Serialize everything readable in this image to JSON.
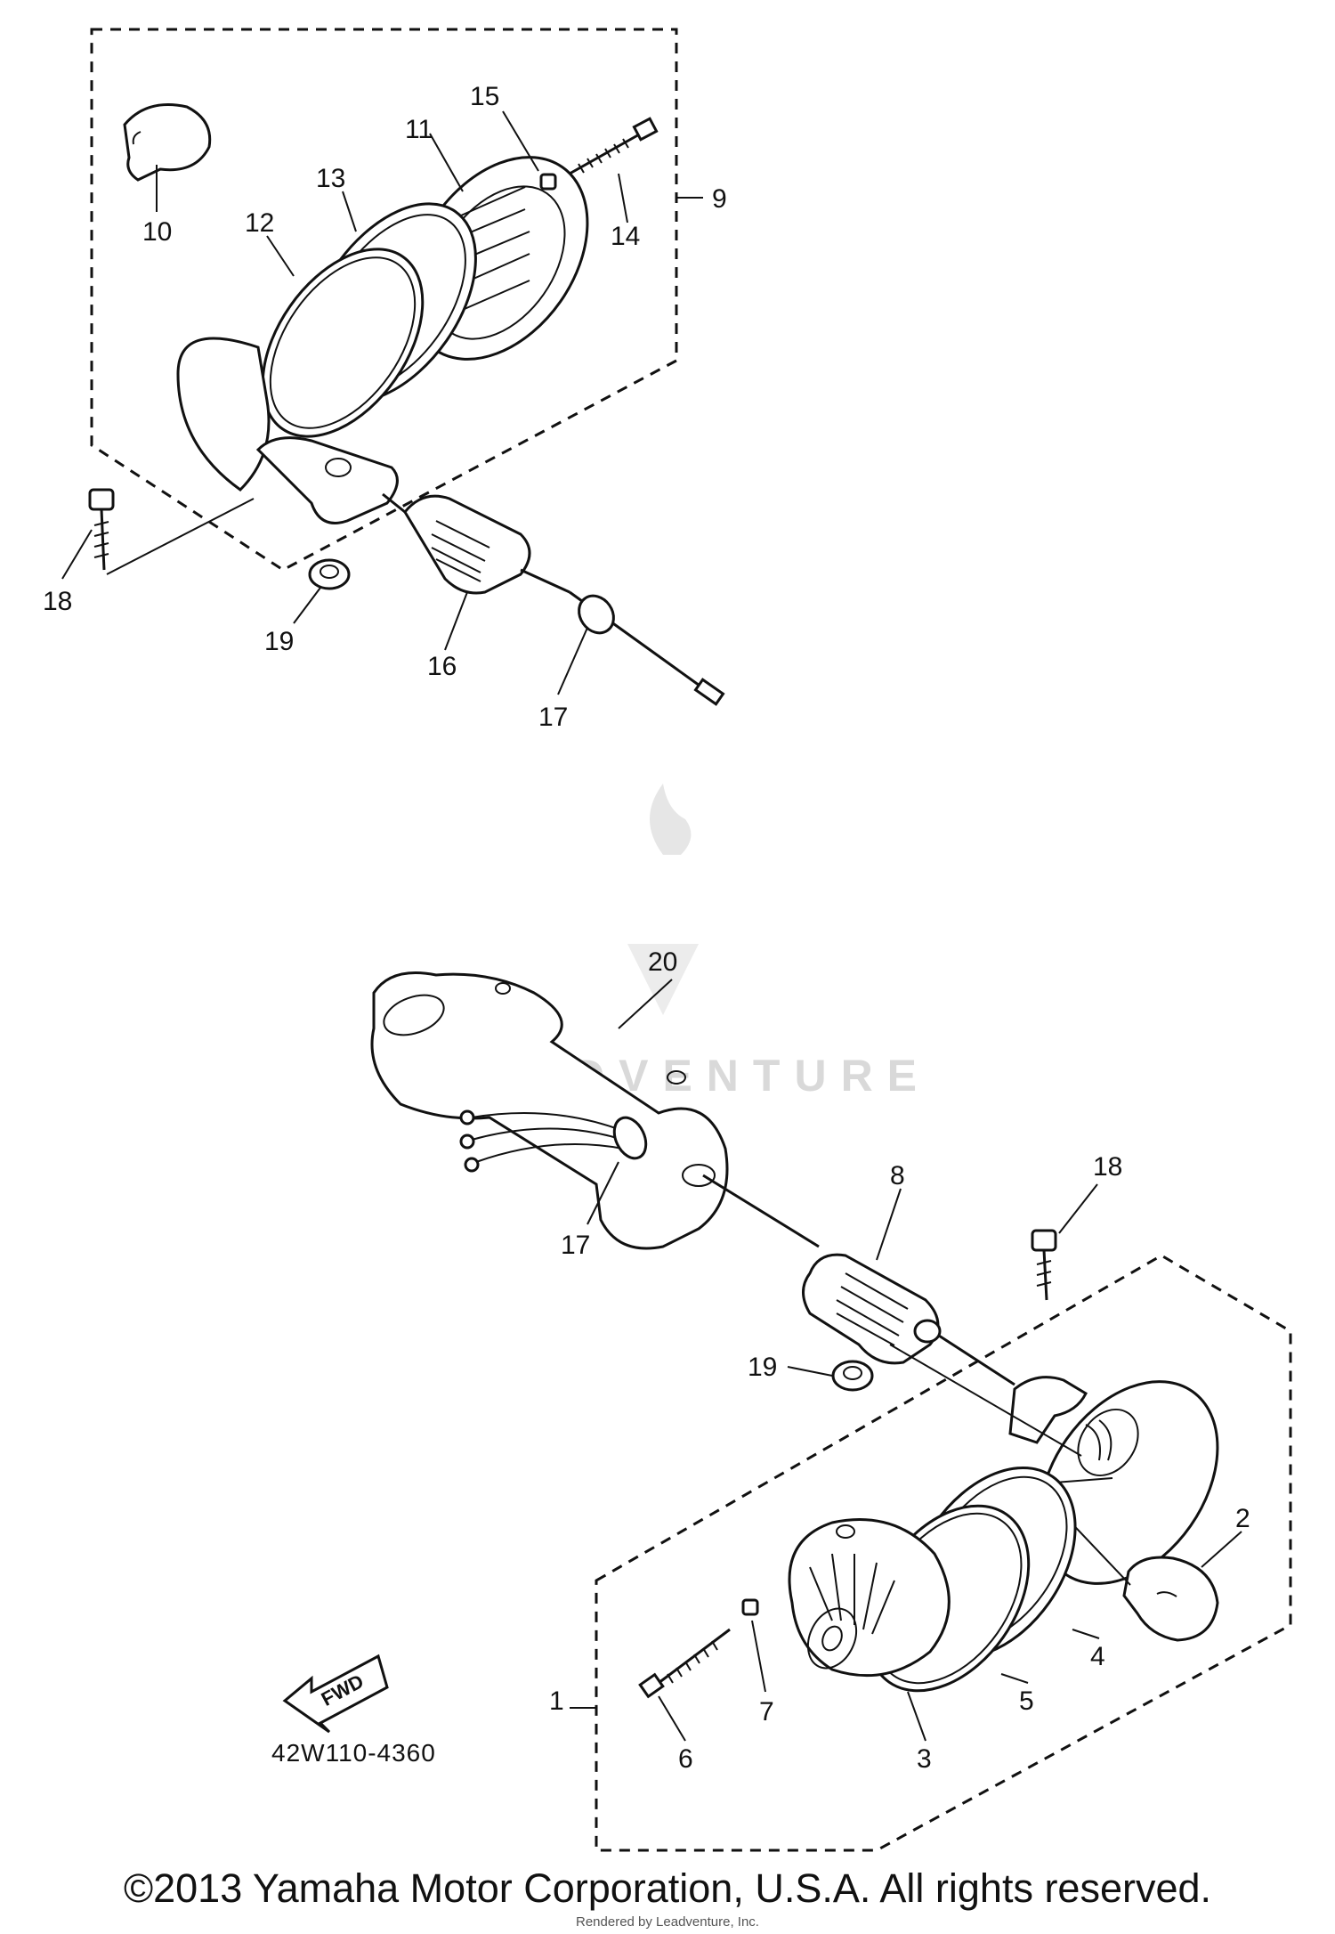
{
  "callouts": {
    "c1": "1",
    "c2": "2",
    "c3": "3",
    "c4": "4",
    "c5": "5",
    "c6": "6",
    "c7": "7",
    "c8": "8",
    "c9": "9",
    "c10": "10",
    "c11": "11",
    "c12": "12",
    "c13": "13",
    "c14": "14",
    "c15": "15",
    "c16": "16",
    "c17a": "17",
    "c17b": "17",
    "c18a": "18",
    "c18b": "18",
    "c19a": "19",
    "c19b": "19",
    "c20": "20"
  },
  "part_number": "42W110-4360",
  "fwd_label": "FWD",
  "watermark": "LEADVENTURE",
  "copyright": "©2013 Yamaha Motor Corporation, U.S.A. All rights reserved.",
  "credit": "Rendered by Leadventure, Inc."
}
